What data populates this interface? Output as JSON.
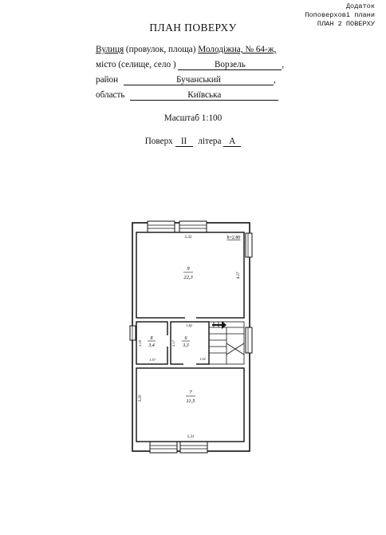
{
  "appendix": {
    "line1": "Додаток",
    "line2": "Поповерхові плани",
    "line3": "ПЛАН 2 ПОВЕРХУ"
  },
  "title": "ПЛАН ПОВЕРХУ",
  "address": {
    "street_prefix": "Вулиця",
    "street_types": "(провулок, площа)",
    "street_value": "Молодіжна, № 64-ж,",
    "city_prefix": "місто",
    "city_types": "(селище, село )",
    "city_value": "Ворзель",
    "city_tail": ",",
    "district_label": "район",
    "district_value": "Бучанський",
    "district_tail": ",",
    "region_label": "область",
    "region_value": "Київська"
  },
  "scale": "Масштаб 1:100",
  "floor_line": {
    "floor_label": "Поверх",
    "floor_value": "II",
    "letter_label": "літера",
    "letter_value": "А"
  },
  "plan": {
    "rooms": [
      {
        "number": "9",
        "area": "22,3"
      },
      {
        "number": "8",
        "area": "3,4"
      },
      {
        "number": "6",
        "area": "3,3"
      },
      {
        "number": "7",
        "area": "11,5"
      }
    ],
    "dimensions": {
      "top_width": "5.32",
      "ceiling_height": "h=2.80",
      "room9_depth": "4.27",
      "room6_width": "1.82",
      "room8_depth": "2.18",
      "room8_width": "1.57",
      "room6_depth": "2.17",
      "stair_small": "1.02",
      "room7_depth": "3.29",
      "bottom_width": "5.31"
    }
  }
}
